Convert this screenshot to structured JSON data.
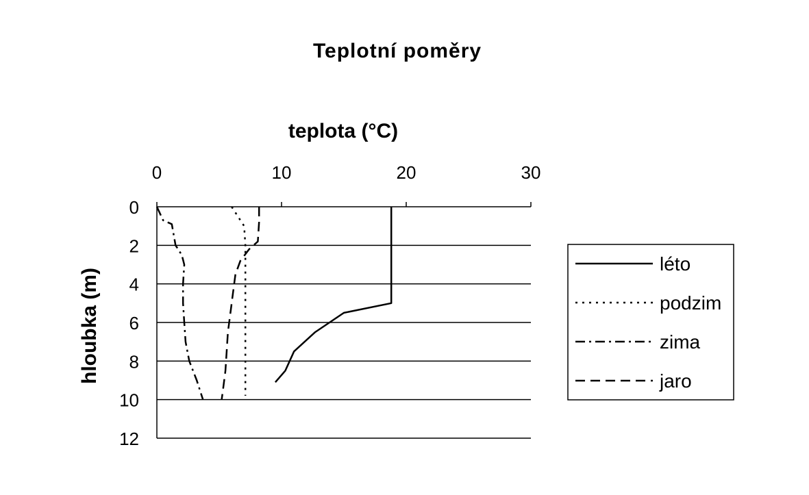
{
  "chart_data": {
    "type": "line",
    "title": "Teplotní poměry",
    "xlabel": "teplota (°C)",
    "ylabel": "hloubka (m)",
    "xlim": [
      0,
      30
    ],
    "ylim": [
      0,
      12
    ],
    "y_inverted": true,
    "x_axis_position": "top",
    "xticks": [
      "0",
      "10",
      "20",
      "30"
    ],
    "yticks": [
      "0",
      "2",
      "4",
      "6",
      "8",
      "10",
      "12"
    ],
    "grid": "horizontal",
    "legend_position": "right",
    "series": [
      {
        "name": "léto",
        "style": "solid",
        "points": [
          [
            18.8,
            0
          ],
          [
            18.8,
            1
          ],
          [
            18.8,
            2
          ],
          [
            18.8,
            3
          ],
          [
            18.8,
            4
          ],
          [
            18.8,
            5
          ],
          [
            15,
            5.5
          ],
          [
            12.7,
            6.5
          ],
          [
            11,
            7.5
          ],
          [
            10.3,
            8.5
          ],
          [
            9.5,
            9.1
          ]
        ]
      },
      {
        "name": "podzim",
        "style": "dotted",
        "points": [
          [
            6,
            0
          ],
          [
            6.5,
            0.5
          ],
          [
            7,
            1
          ],
          [
            7.1,
            2
          ],
          [
            7.1,
            3
          ],
          [
            7.1,
            4
          ],
          [
            7.1,
            5
          ],
          [
            7.1,
            6
          ],
          [
            7.1,
            7
          ],
          [
            7.1,
            8
          ],
          [
            7.1,
            9
          ],
          [
            7.1,
            9.8
          ]
        ]
      },
      {
        "name": "zima",
        "style": "dashdot",
        "points": [
          [
            0,
            0
          ],
          [
            0.5,
            0.7
          ],
          [
            1.2,
            0.9
          ],
          [
            1.5,
            2
          ],
          [
            2,
            2.5
          ],
          [
            2.2,
            3
          ],
          [
            2.1,
            4
          ],
          [
            2.1,
            5
          ],
          [
            2.2,
            6
          ],
          [
            2.3,
            7
          ],
          [
            2.6,
            8
          ],
          [
            3.2,
            9
          ],
          [
            3.7,
            10
          ]
        ]
      },
      {
        "name": "jaro",
        "style": "dashed",
        "points": [
          [
            8.2,
            0
          ],
          [
            8.2,
            0.8
          ],
          [
            8.1,
            1.8
          ],
          [
            7.4,
            2.2
          ],
          [
            6.7,
            2.8
          ],
          [
            6.3,
            3.5
          ],
          [
            6.1,
            4.5
          ],
          [
            5.9,
            5.5
          ],
          [
            5.7,
            6.5
          ],
          [
            5.6,
            7.5
          ],
          [
            5.5,
            8.5
          ],
          [
            5.3,
            9.5
          ],
          [
            5.2,
            10
          ]
        ]
      }
    ]
  }
}
